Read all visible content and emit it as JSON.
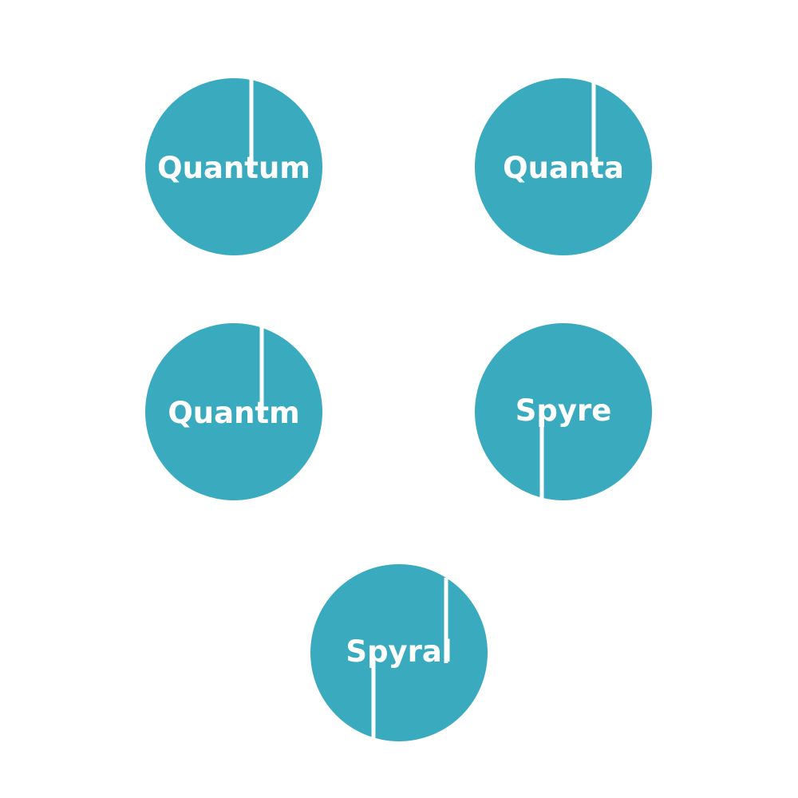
{
  "colors": {
    "circle": "#3AABBE",
    "text": "#FFFFFF",
    "stroke": "#FFFFFF",
    "background": "#FFFFFF"
  },
  "logos": [
    {
      "name": "Quantum"
    },
    {
      "name": "Quanta"
    },
    {
      "name": "Quantm"
    },
    {
      "name": "Spyre"
    },
    {
      "name": "Spyral"
    }
  ]
}
